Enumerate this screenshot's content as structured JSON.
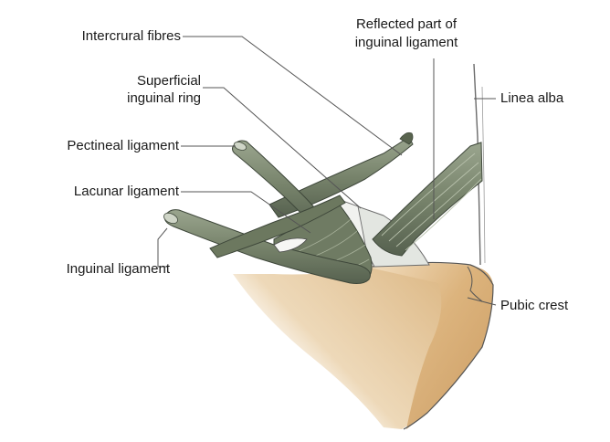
{
  "labels": {
    "intercrural_fibres": "Intercrural fibres",
    "superficial_ring_line1": "Superficial",
    "superficial_ring_line2": "inguinal ring",
    "pectineal_ligament": "Pectineal ligament",
    "lacunar_ligament": "Lacunar ligament",
    "inguinal_ligament": "Inguinal ligament",
    "reflected_part_line1": "Reflected part of",
    "reflected_part_line2": "inguinal ligament",
    "linea_alba": "Linea alba",
    "pubic_crest": "Pubic crest"
  },
  "colors": {
    "ligament_fill": "#7e8a73",
    "ligament_dark": "#4c5647",
    "ligament_light": "#aab39f",
    "bone_fill": "#d9b07a",
    "bone_shade": "#c08f55",
    "membrane_fill": "#e7e9e4",
    "leader_line": "#555555"
  }
}
